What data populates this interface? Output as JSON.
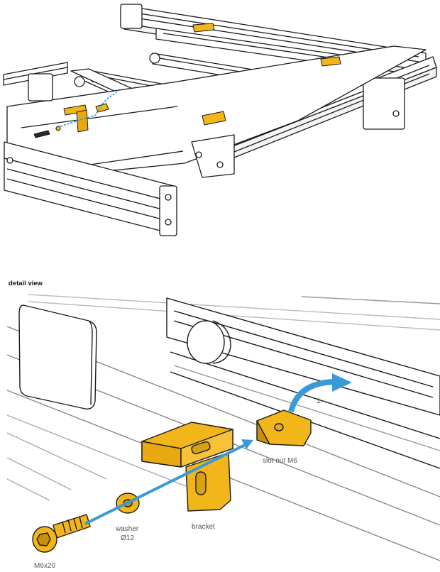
{
  "section_title": "detail view",
  "step": "1.",
  "labels": {
    "slot_nut": "slot nut M6",
    "washer": "washer",
    "washer_size": "Ø12",
    "bracket": "bracket",
    "screw": "M6x20"
  },
  "colors": {
    "part": "#f2b51a",
    "part_dark": "#c98f06",
    "arrow": "#3a9ad6",
    "outline": "#1a1a1a",
    "frame_fill": "#ffffff"
  },
  "icons": [
    "screw-icon",
    "washer-icon",
    "bracket-icon",
    "slot-nut-icon",
    "cap-icon",
    "rotate-arrow-icon"
  ]
}
